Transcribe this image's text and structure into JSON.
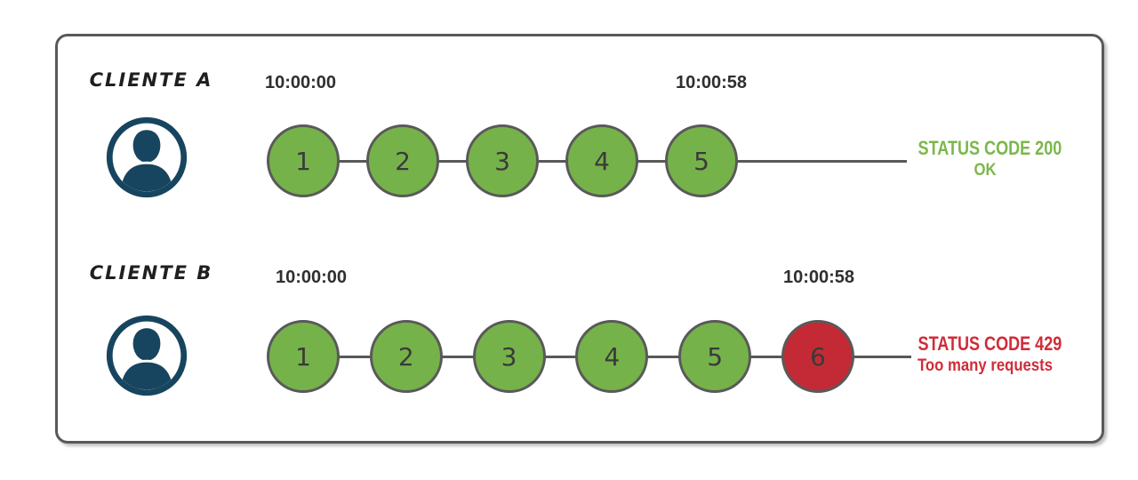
{
  "diagram_title": "rate-limit-clients-diagram",
  "colors": {
    "frame_border": "#595959",
    "connector": "#595959",
    "circle_border": "#595959",
    "request_ok": "#76b24a",
    "request_blocked": "#c42a35",
    "status_ok_text": "#7bb74c",
    "status_error_text": "#d02c38",
    "avatar_navy": "#17455f",
    "label_text": "#1f1f1f",
    "timestamp_text": "#2f2f2f",
    "number_text": "#3a3a3a"
  },
  "rows": [
    {
      "client_label": "CLIENTE A",
      "start_time": "10:00:00",
      "end_time": "10:00:58",
      "requests": [
        {
          "label": "1",
          "state": "ok"
        },
        {
          "label": "2",
          "state": "ok"
        },
        {
          "label": "3",
          "state": "ok"
        },
        {
          "label": "4",
          "state": "ok"
        },
        {
          "label": "5",
          "state": "ok"
        }
      ],
      "status_line1": "STATUS CODE 200",
      "status_line2": "OK",
      "status_color": "#7bb74c"
    },
    {
      "client_label": "CLIENTE B",
      "start_time": "10:00:00",
      "end_time": "10:00:58",
      "requests": [
        {
          "label": "1",
          "state": "ok"
        },
        {
          "label": "2",
          "state": "ok"
        },
        {
          "label": "3",
          "state": "ok"
        },
        {
          "label": "4",
          "state": "ok"
        },
        {
          "label": "5",
          "state": "ok"
        },
        {
          "label": "6",
          "state": "blocked"
        }
      ],
      "status_line1": "STATUS CODE 429",
      "status_line2": "Too many requests",
      "status_color": "#d02c38"
    }
  ]
}
